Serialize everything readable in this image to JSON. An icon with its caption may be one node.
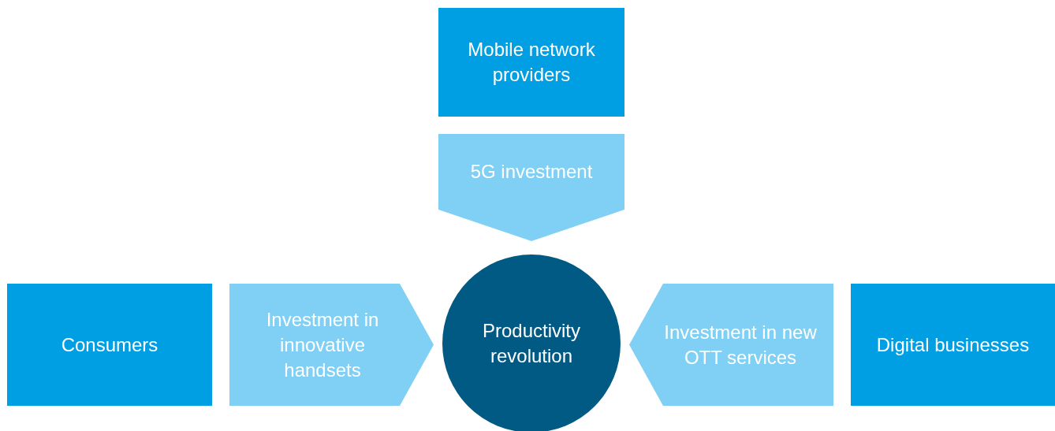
{
  "diagram": {
    "nodes": [
      {
        "text": [
          "Mobile network providers"
        ]
      },
      {
        "text": [
          "5G investment"
        ]
      },
      {
        "text": [
          "Consumers"
        ]
      },
      {
        "text": [
          "Investment in innovative handsets"
        ]
      },
      {
        "text": [
          "Productivity revolution"
        ]
      },
      {
        "text": [
          "Investment in new OTT services"
        ]
      },
      {
        "text": [
          "Digital businesses"
        ]
      }
    ]
  }
}
